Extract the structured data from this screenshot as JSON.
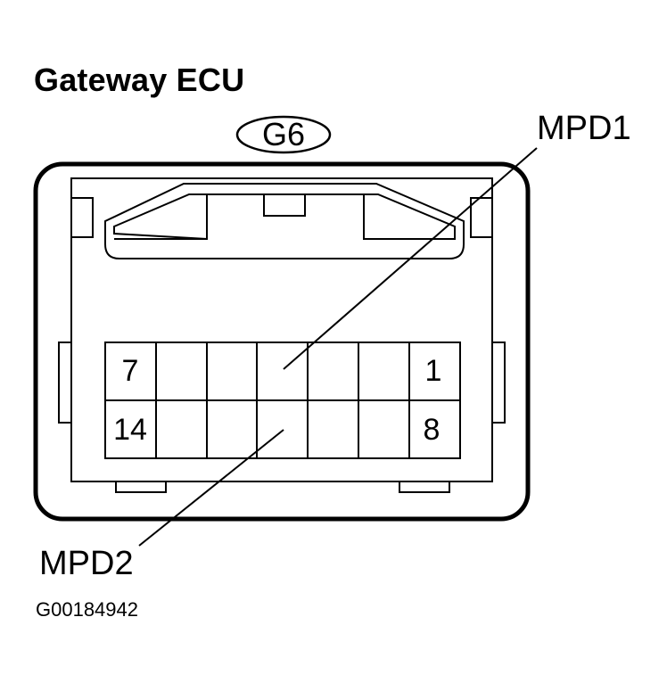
{
  "title": "Gateway ECU",
  "connector": {
    "id": "G6",
    "pin_labels": {
      "top_left": "7",
      "top_right": "1",
      "bottom_left": "14",
      "bottom_right": "8"
    }
  },
  "callouts": {
    "upper": "MPD1",
    "lower": "MPD2"
  },
  "figure_id": "G00184942"
}
